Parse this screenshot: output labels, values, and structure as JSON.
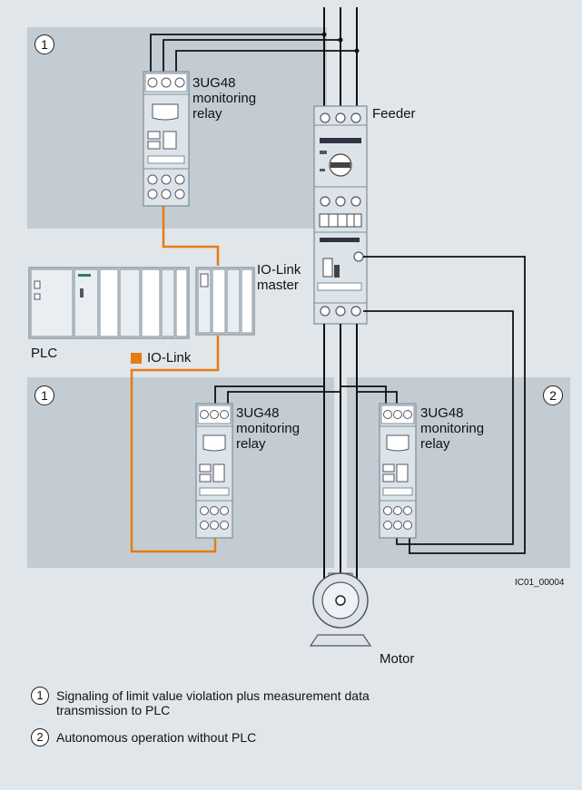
{
  "panel_labels": {
    "top_left": "1",
    "bottom_left": "1",
    "bottom_right": "2"
  },
  "labels": {
    "relay_top": "3UG48\nmonitoring\nrelay",
    "relay_mid": "3UG48\nmonitoring\nrelay",
    "relay_right": "3UG48\nmonitoring\nrelay",
    "feeder": "Feeder",
    "io_link_master": "IO-Link\nmaster",
    "plc": "PLC",
    "io_link_legend": "IO-Link",
    "motor": "Motor",
    "figure_id": "IC01_00004"
  },
  "legend": [
    {
      "num": "1",
      "text": "Signaling of limit value violation plus measurement data\ntransmission to PLC"
    },
    {
      "num": "2",
      "text": "Autonomous operation without PLC"
    }
  ],
  "colors": {
    "background": "#e1e6ea",
    "panel": "#c4ccd3",
    "io_link": "#e57c12",
    "wire": "#111111"
  },
  "icons": [
    "plc-rack-icon",
    "io-link-master-icon",
    "motor-icon",
    "feeder-icon",
    "relay-icon"
  ]
}
